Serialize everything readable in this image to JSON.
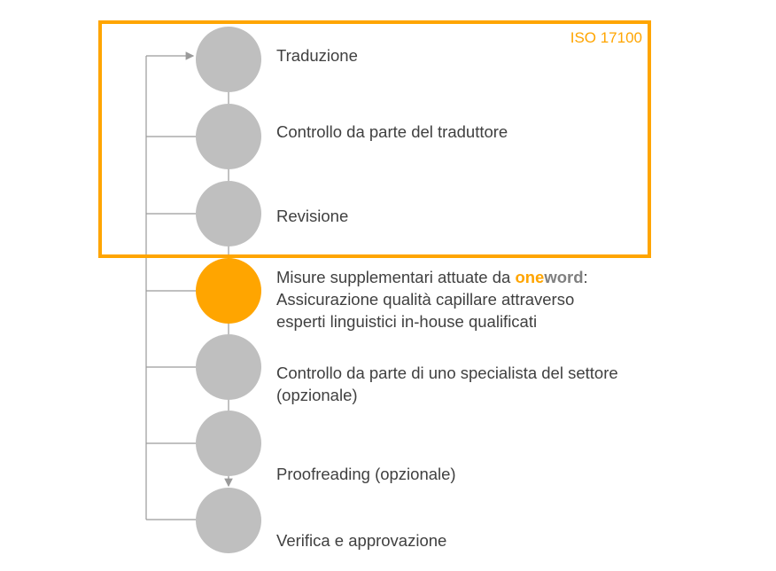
{
  "iso_box": {
    "label": "ISO 17100",
    "color": "#ffa500"
  },
  "colors": {
    "node_default": "#bfbfbf",
    "node_highlight": "#ffa500",
    "connector": "#9a9a9a",
    "text": "#404040"
  },
  "steps": [
    {
      "lines": [
        "Traduzione"
      ],
      "highlight": false
    },
    {
      "lines": [
        "Controllo da parte del traduttore"
      ],
      "highlight": false
    },
    {
      "lines": [
        "Revisione"
      ],
      "highlight": false
    },
    {
      "line1_prefix": "Misure supplementari attuate da ",
      "brand_one": "one",
      "brand_word": "word",
      "line1_suffix": ":",
      "lines": [
        "Assicurazione qualità capillare attraverso",
        "esperti linguistici in-house qualificati"
      ],
      "highlight": true
    },
    {
      "lines": [
        "Controllo da parte di uno specialista del settore",
        "(opzionale)"
      ],
      "highlight": false
    },
    {
      "lines": [
        "Proofreading (opzionale)"
      ],
      "highlight": false
    },
    {
      "lines": [
        "Verifica e approvazione"
      ],
      "highlight": false
    }
  ]
}
